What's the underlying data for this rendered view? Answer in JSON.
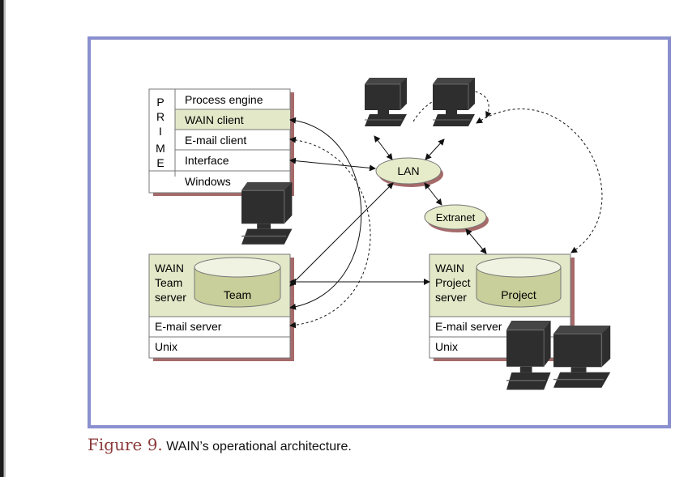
{
  "prime_label": [
    "P",
    "R",
    "I",
    "M",
    "E"
  ],
  "prime_layers": [
    "Process engine",
    "WAIN client",
    "E-mail client",
    "Interface",
    "Windows"
  ],
  "team_server": {
    "name_lines": [
      "WAIN",
      "Team",
      "server"
    ],
    "db_label": "Team",
    "layers": [
      "E-mail server",
      "Unix"
    ]
  },
  "project_server": {
    "name_lines": [
      "WAIN",
      "Project",
      "server"
    ],
    "db_label": "Project",
    "layers": [
      "E-mail server",
      "Unix"
    ]
  },
  "network": {
    "lan": "LAN",
    "extranet": "Extranet"
  },
  "caption": {
    "label": "Figure 9.",
    "text": "WAIN’s operational architecture."
  },
  "colors": {
    "frame": "#8a8fcf",
    "shadow": "#a66a6a",
    "highlight": "#e3e8c8",
    "ellipse_fill": "#e6ebc9",
    "caption_label": "#8b3a3a",
    "workstation": "#2e2e2e"
  },
  "icons": [
    "workstation-icon",
    "database-cylinder-icon"
  ]
}
